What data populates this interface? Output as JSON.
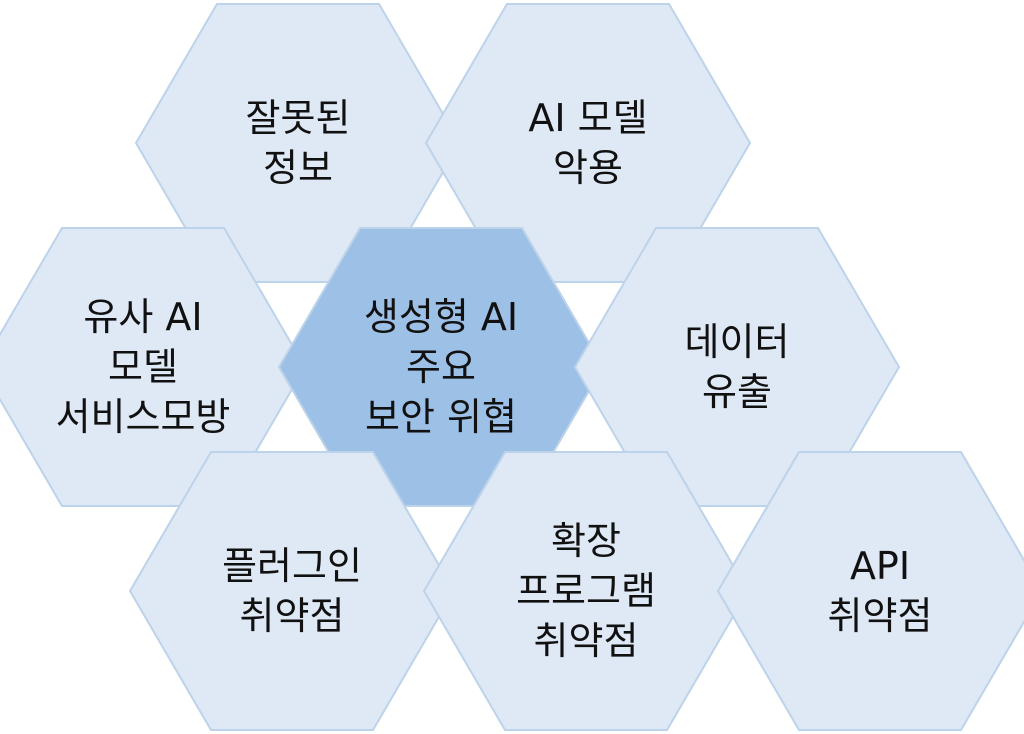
{
  "diagram": {
    "colors": {
      "outer_fill": "#dfe8f5",
      "center_fill": "#9dc0e6",
      "text": "#111111"
    },
    "hexagons": [
      {
        "id": "misinformation",
        "lines": [
          "잘못된",
          "정보"
        ],
        "emphasis": false
      },
      {
        "id": "ai-model-misuse",
        "lines": [
          "AI 모델",
          "악용"
        ],
        "emphasis": false
      },
      {
        "id": "similar-ai-impersonation",
        "lines": [
          "유사 AI",
          "모델",
          "서비스모방"
        ],
        "emphasis": false
      },
      {
        "id": "center",
        "lines": [
          "생성형 AI",
          "주요",
          "보안 위협"
        ],
        "emphasis": true
      },
      {
        "id": "data-leak",
        "lines": [
          "데이터",
          "유출"
        ],
        "emphasis": false
      },
      {
        "id": "plugin-vuln",
        "lines": [
          "플러그인",
          "취약점"
        ],
        "emphasis": false
      },
      {
        "id": "extension-vuln",
        "lines": [
          "확장",
          "프로그램",
          "취약점"
        ],
        "emphasis": false
      },
      {
        "id": "api-vuln",
        "lines": [
          "API",
          "취약점"
        ],
        "emphasis": false
      }
    ]
  }
}
